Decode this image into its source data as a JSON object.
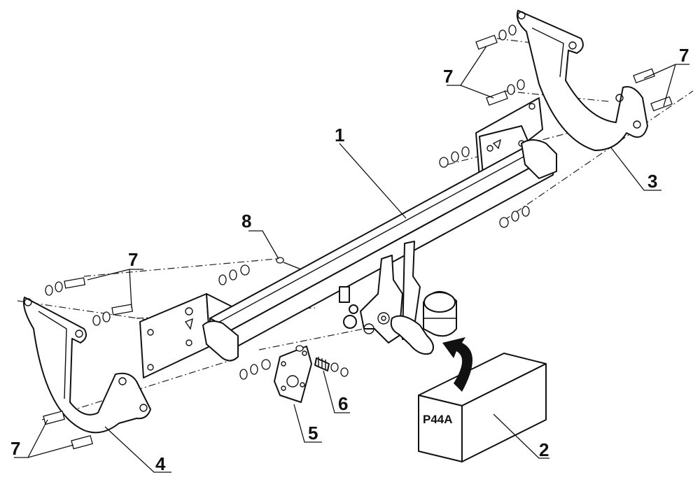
{
  "diagram": {
    "callouts": {
      "c1": "1",
      "c2": "2",
      "c3": "3",
      "c4": "4",
      "c5": "5",
      "c6": "6",
      "c7a": "7",
      "c7b": "7",
      "c7c": "7",
      "c7d": "7",
      "c8": "8"
    },
    "package_label": "P44A"
  }
}
